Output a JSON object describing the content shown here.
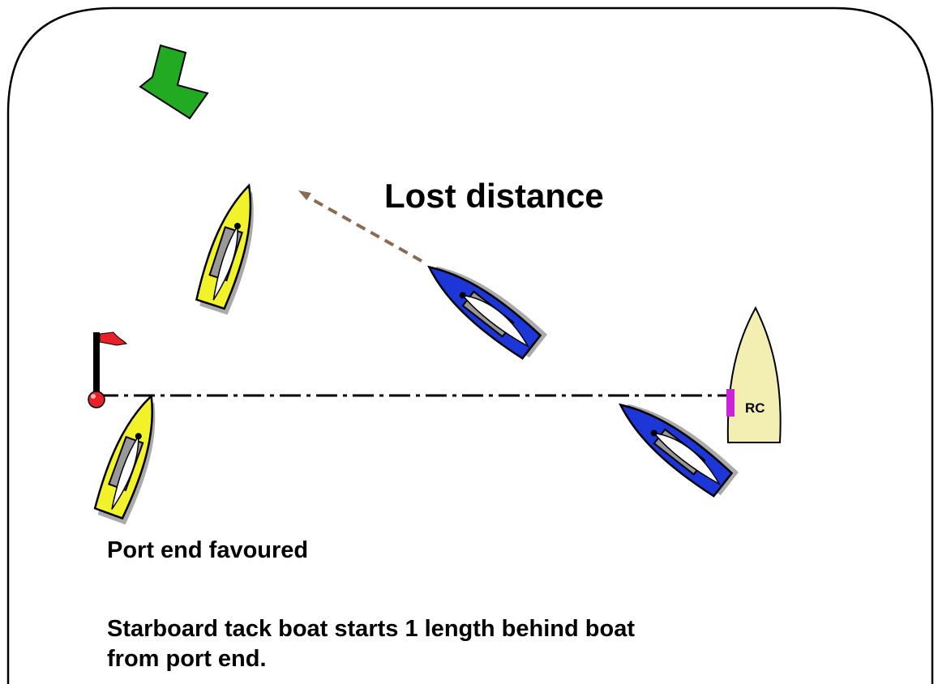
{
  "diagram": {
    "title": "Lost distance",
    "port_label": "Port end favoured",
    "note_line1": "Starboard tack boat starts 1 length behind boat",
    "note_line2": "from port end.",
    "rc_label": "RC"
  },
  "icons": {
    "wind": "wind-arrow-icon",
    "pin": "pin-flag-icon",
    "committee": "committee-boat-icon",
    "boat": "sailboat-icon"
  },
  "colors": {
    "frame": "#000000",
    "wind_arrow": "#22aa22",
    "port_boat": "#f2f22a",
    "starboard_boat": "#1c36d8",
    "committee_boat": "#f3efb2",
    "rc_marker": "#cc22dd",
    "pin_ball": "#e8202a",
    "flag": "#e8202a",
    "track": "#8a6a50",
    "start_line": "#000000"
  }
}
